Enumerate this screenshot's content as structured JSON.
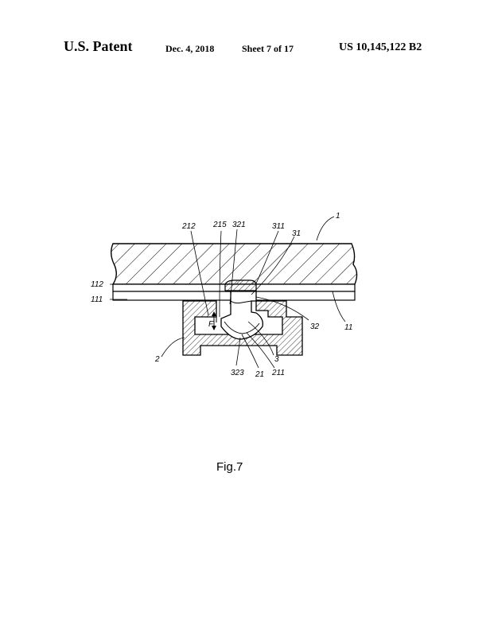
{
  "header": {
    "title": "U.S. Patent",
    "date": "Dec. 4, 2018",
    "sheet": "Sheet 7 of 17",
    "patent_number": "US 10,145,122 B2"
  },
  "figure": {
    "caption": "Fig.7",
    "refs": {
      "r1": "1",
      "r212": "212",
      "r215": "215",
      "r321": "321",
      "r311": "311",
      "r31": "31",
      "r112": "112",
      "r111": "111",
      "r32": "32",
      "r11": "11",
      "r2": "2",
      "rF": "F",
      "r3": "3",
      "r323": "323",
      "r21": "21",
      "r211": "211"
    }
  }
}
